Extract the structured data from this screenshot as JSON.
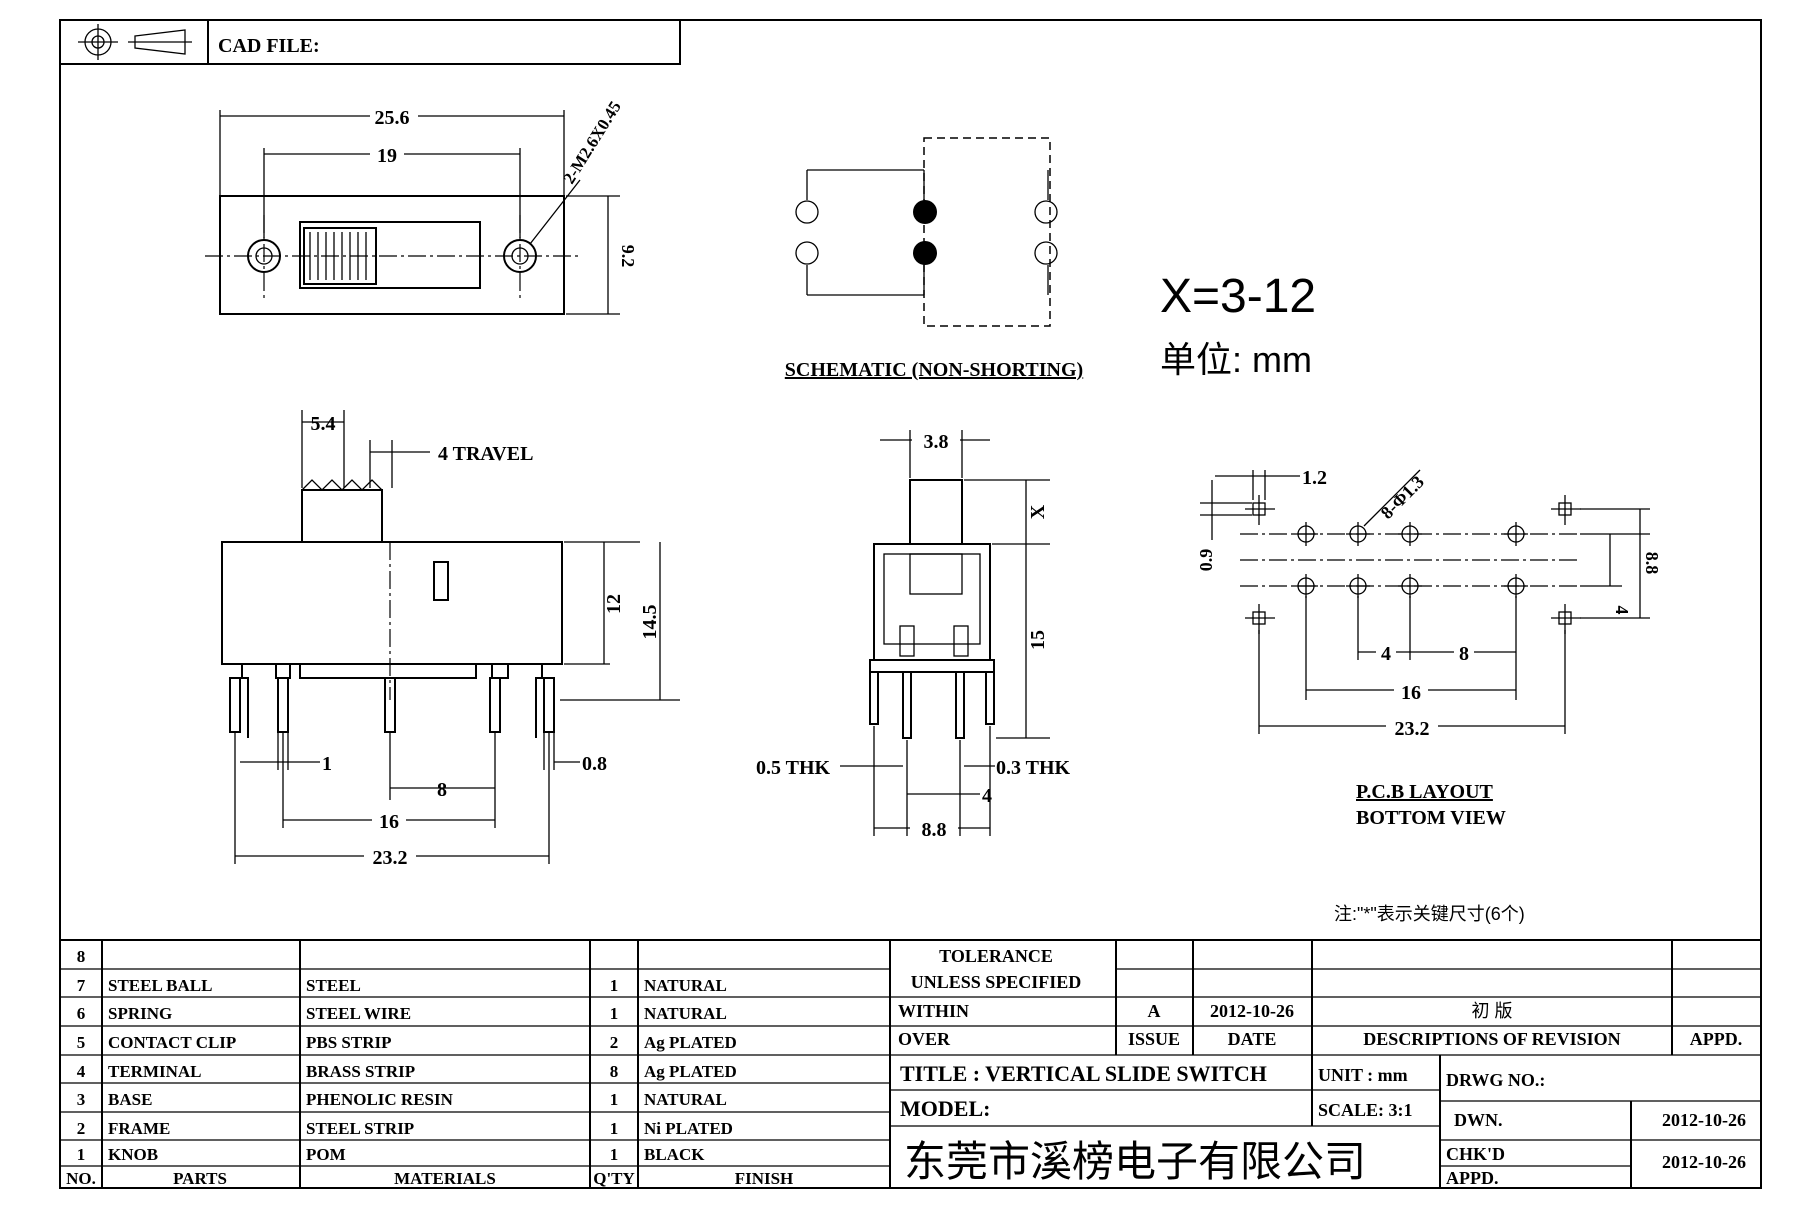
{
  "header": {
    "cad_file_label": "CAD FILE:"
  },
  "top_view": {
    "dim_overall": "25.6",
    "dim_holes": "19",
    "dim_height": "9.2",
    "dim_screw": "2-M2.6X0.45"
  },
  "schematic": {
    "caption": "SCHEMATIC (NON-SHORTING)"
  },
  "notes": {
    "x_range": "X=3-12",
    "unit": "单位: mm",
    "footnote": "注:\"*\"表示关键尺寸(6个)"
  },
  "side_view": {
    "dim_5_4": "5.4",
    "travel": "4  TRAVEL",
    "dim_12": "12",
    "dim_14_5": "14.5",
    "dim_1": "1",
    "dim_0_8": "0.8",
    "dim_8": "8",
    "dim_16": "16",
    "dim_23_2": "23.2"
  },
  "end_view": {
    "dim_3_8": "3.8",
    "dim_x": "X",
    "dim_15": "15",
    "thk_left": "0.5  THK",
    "thk_right": "0.3  THK",
    "dim_4": "4",
    "dim_8_8": "8.8"
  },
  "pcb_layout": {
    "dim_1_2": "1.2",
    "dim_holes": "8-Φ1.3",
    "dim_0_9": "0.9",
    "dim_8_8": "8.8",
    "dim_4v": "4",
    "dim_4h": "4",
    "dim_8": "8",
    "dim_16": "16",
    "dim_23_2": "23.2",
    "caption_1": "P.C.B LAYOUT",
    "caption_2": "BOTTOM  VIEW"
  },
  "bom": {
    "rows": [
      {
        "no": "8",
        "part": "",
        "material": "",
        "qty": "",
        "finish": ""
      },
      {
        "no": "7",
        "part": "STEEL BALL",
        "material": "STEEL",
        "qty": "1",
        "finish": "NATURAL"
      },
      {
        "no": "6",
        "part": "SPRING",
        "material": "STEEL WIRE",
        "qty": "1",
        "finish": "NATURAL"
      },
      {
        "no": "5",
        "part": "CONTACT CLIP",
        "material": "PBS STRIP",
        "qty": "2",
        "finish": "Ag PLATED"
      },
      {
        "no": "4",
        "part": "TERMINAL",
        "material": "BRASS STRIP",
        "qty": "8",
        "finish": "Ag PLATED"
      },
      {
        "no": "3",
        "part": "BASE",
        "material": "PHENOLIC RESIN",
        "qty": "1",
        "finish": "NATURAL"
      },
      {
        "no": "2",
        "part": "FRAME",
        "material": "STEEL STRIP",
        "qty": "1",
        "finish": "Ni PLATED"
      },
      {
        "no": "1",
        "part": "KNOB",
        "material": "POM",
        "qty": "1",
        "finish": "BLACK"
      }
    ],
    "headers": {
      "no": "NO.",
      "part": "PARTS",
      "material": "MATERIALS",
      "qty": "Q'TY",
      "finish": "FINISH"
    }
  },
  "title_block": {
    "tolerance_1": "TOLERANCE",
    "tolerance_2": "UNLESS   SPECIFIED",
    "within": "WITHIN",
    "over": "OVER",
    "rev_issue": "A",
    "rev_date": "2012-10-26",
    "rev_desc": "初  版",
    "h_issue": "ISSUE",
    "h_date": "DATE",
    "h_desc": "DESCRIPTIONS  OF  REVISION",
    "h_appd": "APPD.",
    "title": "TITLE :   VERTICAL  SLIDE  SWITCH",
    "unit": "UNIT :  mm",
    "drwg_no": "DRWG  NO.:",
    "model": "MODEL:",
    "scale": "SCALE:   3:1",
    "company": "东莞市溪榜电子有限公司",
    "dwn": "DWN.",
    "dwn_date": "2012-10-26",
    "chkd": "CHK'D",
    "chkd_date": "2012-10-26",
    "appd": "APPD."
  }
}
